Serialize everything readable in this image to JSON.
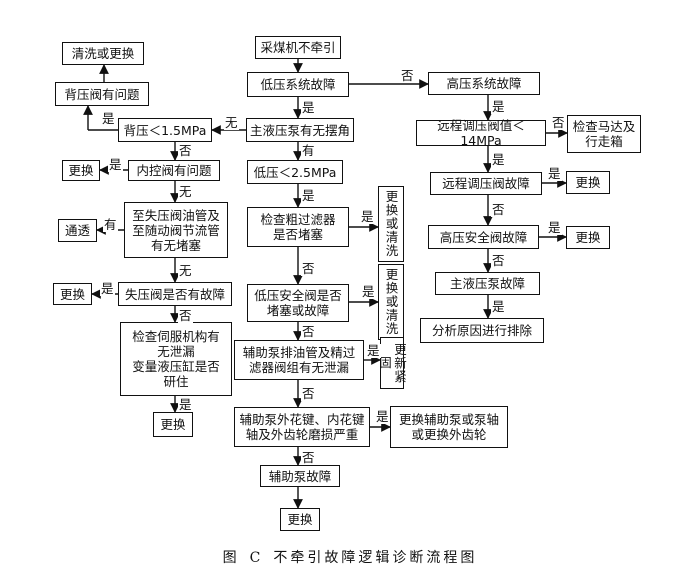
{
  "nodes": {
    "start": "采煤机不牵引",
    "low_fault": "低压系统故障",
    "high_fault": "高压系统故障",
    "main_pump_swing": "主液压泵有无摆角",
    "back_pressure": "背压＜1.5MPa",
    "back_valve": "背压阀有问题",
    "clean_replace": "清洗或更换",
    "internal_valve": "内控阀有问题",
    "replace_1": "更换",
    "oil_pipe": "至失压阀油管及\n至随动阀节流管\n有无堵塞",
    "unblock": "通透",
    "loss_valve": "失压阀是否有故障",
    "replace_2": "更换",
    "servo": "检查伺服机构有\n无泄漏\n变量液压缸是否\n研住",
    "replace_3": "更换",
    "low_pressure": "低压＜2.5MPa",
    "filter": "检查粗过滤器\n是否堵塞",
    "replace_clean_1": "更换或清洗",
    "safety_low": "低压安全阀是否\n堵塞或故障",
    "replace_clean_2": "更换或清洗",
    "aux_leak": "辅助泵排油管及精过\n滤器阀组有无泄漏",
    "renew_fasten": "更新紧固",
    "aux_wear": "辅助泵外花键、内花键\n轴及外齿轮磨损严重",
    "replace_aux": "更换辅助泵或泵轴\n或更换外齿轮",
    "aux_fault": "辅助泵故障",
    "replace_4": "更换",
    "remote_reg": "远程调压阀值＜14MPa",
    "check_motor": "检查马达及\n行走箱",
    "remote_fault": "远程调压阀故障",
    "replace_5": "更换",
    "high_safety": "高压安全阀故障",
    "replace_6": "更换",
    "main_pump_fault": "主液压泵故障",
    "analyze": "分析原因进行排除"
  },
  "edge_labels": {
    "yes": "是",
    "no": "否",
    "none": "无",
    "has": "有"
  },
  "caption": {
    "prefix": "图",
    "number": "C",
    "text": "不牵引故障逻辑诊断流程图"
  }
}
